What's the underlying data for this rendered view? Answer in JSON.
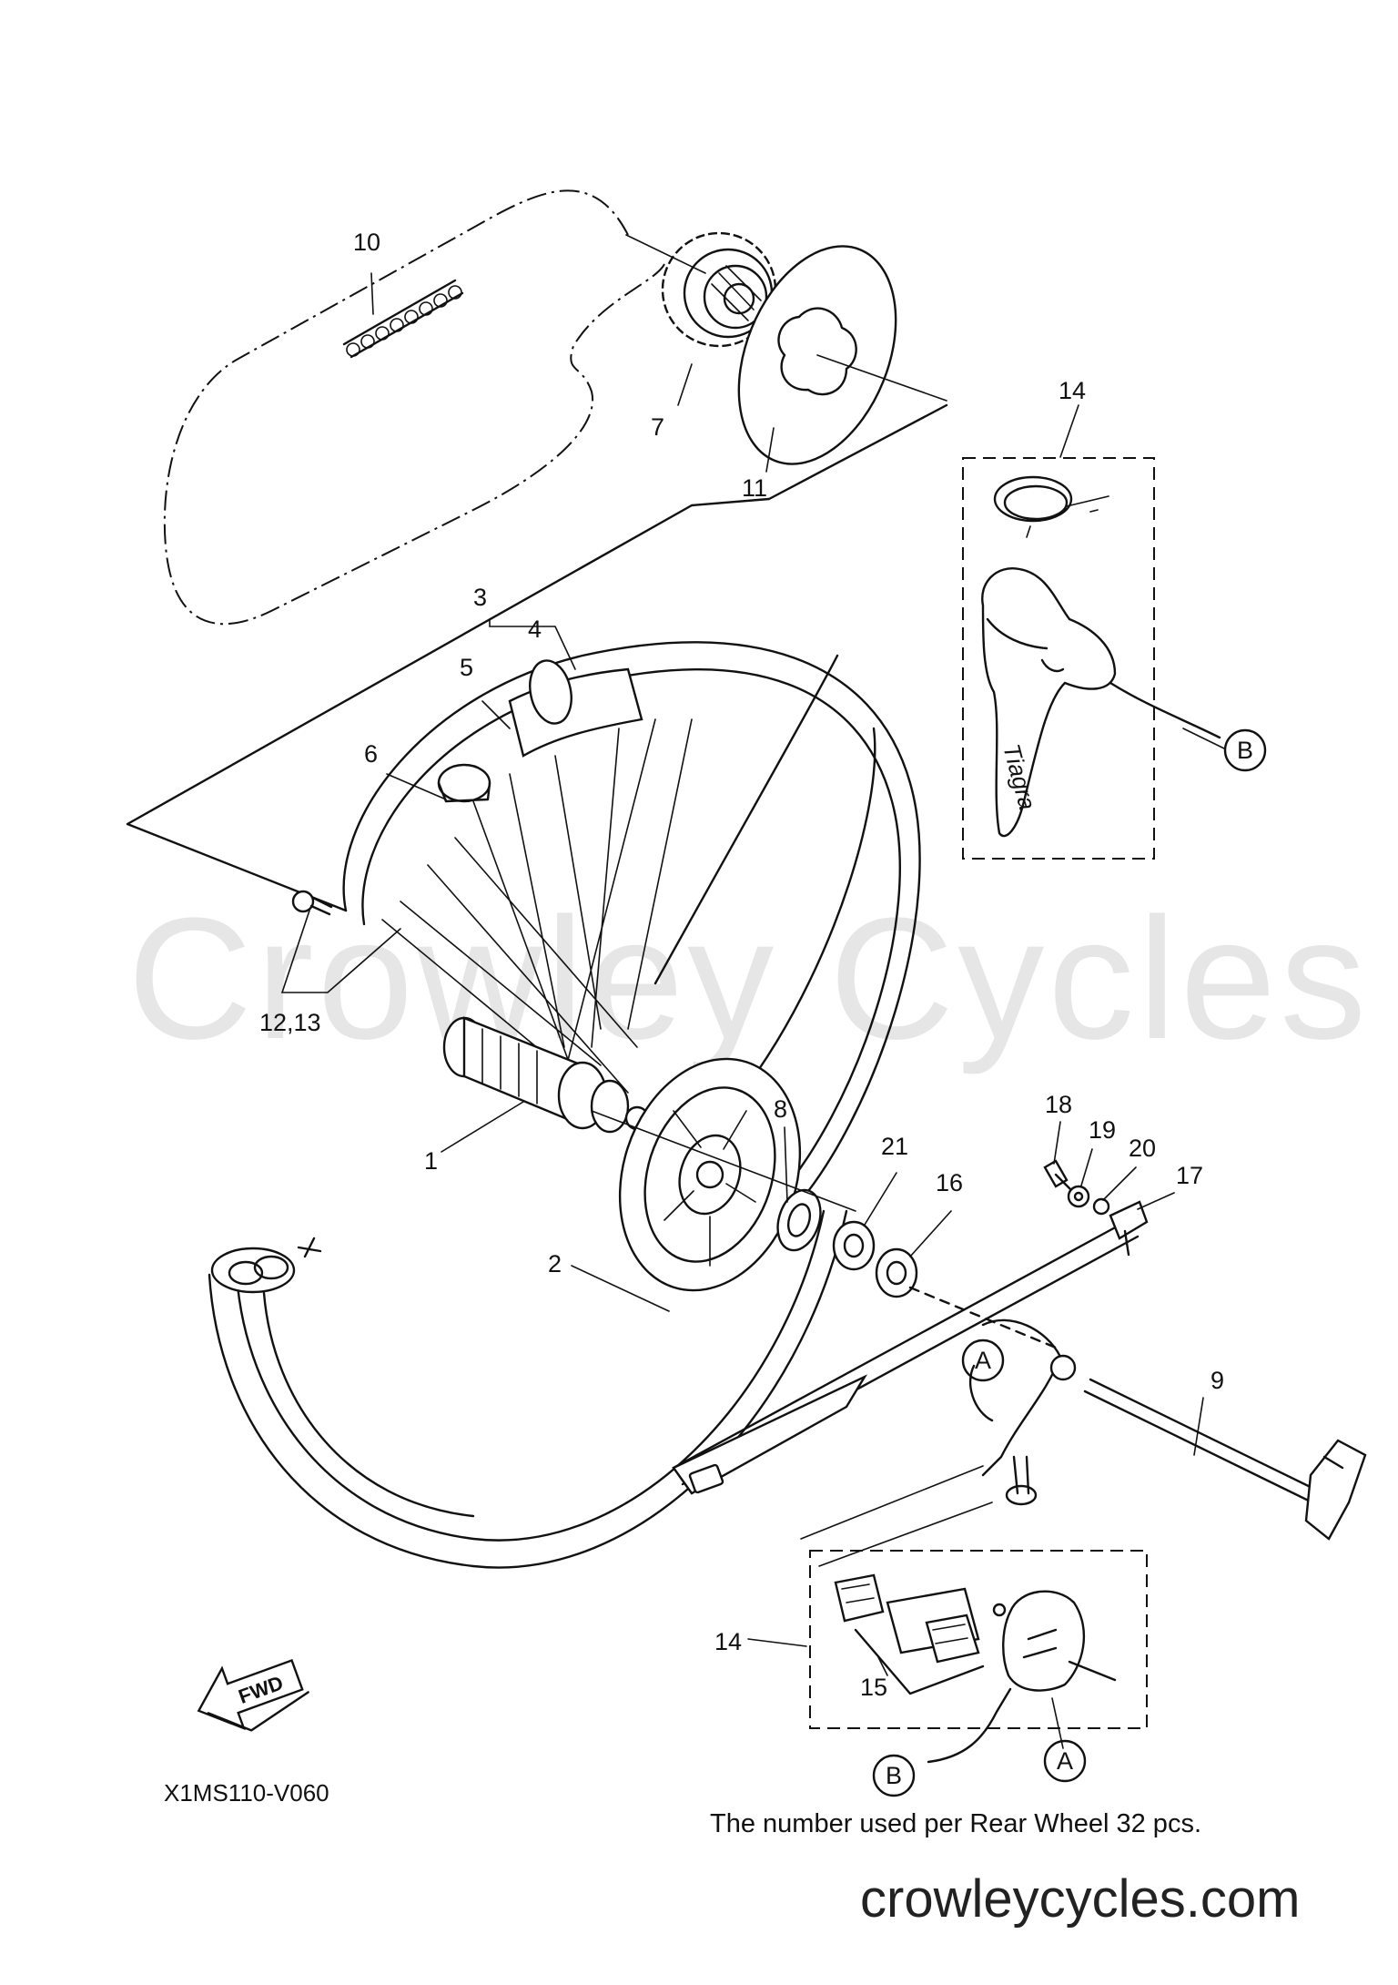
{
  "watermark": "Crowley Cycles",
  "part_labels": {
    "p1": "1",
    "p2": "2",
    "p3": "3",
    "p4": "4",
    "p5": "5",
    "p6": "6",
    "p7": "7",
    "p8": "8",
    "p9": "9",
    "p10": "10",
    "p11": "11",
    "p12_13": "12,13",
    "p14_top": "14",
    "p14_bottom": "14",
    "p15": "15",
    "p16": "16",
    "p17": "17",
    "p18": "18",
    "p19": "19",
    "p20": "20",
    "p21": "21"
  },
  "reference_markers": {
    "b_top": "B",
    "b_bottom": "B",
    "a_frame": "A",
    "a_caliper": "A"
  },
  "lever_brand": "Tiagra",
  "fwd_label": "FWD",
  "diagram_code": "X1MS110-V060",
  "spoke_note": "The number used per Rear Wheel 32 pcs.",
  "site_url": "crowleycycles.com",
  "icons": [
    "fwd-arrow-icon"
  ]
}
